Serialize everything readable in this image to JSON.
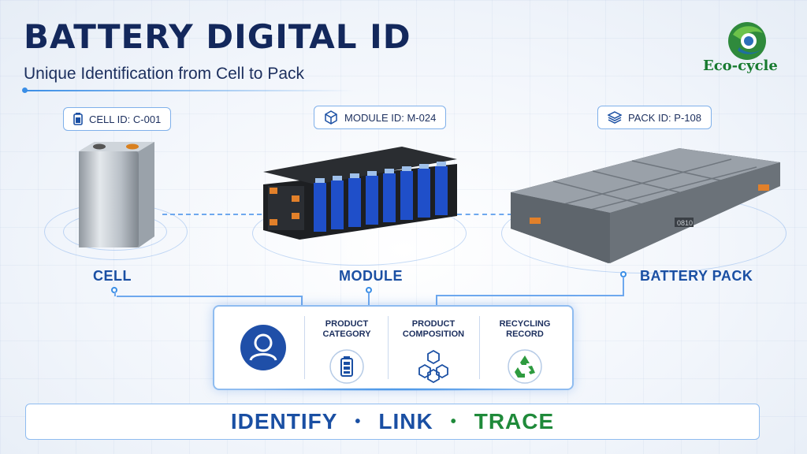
{
  "header": {
    "title": "BATTERY DIGITAL ID",
    "subtitle": "Unique Identification from Cell to Pack"
  },
  "logo": {
    "text": "Eco-cycle",
    "icon": "eco-cycle-globe-logo"
  },
  "stages": [
    {
      "badge": "CELL ID: C-001",
      "label": "CELL",
      "icon": "battery-icon"
    },
    {
      "badge": "MODULE ID:  M-024",
      "label": "MODULE",
      "icon": "cube-icon"
    },
    {
      "badge": "PACK ID:  P-108",
      "label": "BATTERY PACK",
      "icon": "layers-icon"
    }
  ],
  "pack_plate": "0810",
  "panel": {
    "avatar_icon": "user-icon",
    "columns": [
      {
        "title_1": "PRODUCT",
        "title_2": "CATEGORY",
        "icon": "battery-icon"
      },
      {
        "title_1": "PRODUCT",
        "title_2": "COMPOSITION",
        "icon": "hexagon-cluster-icon"
      },
      {
        "title_1": "RECYCLING",
        "title_2": "RECORD",
        "icon": "recycle-icon"
      }
    ]
  },
  "slogan": {
    "word_1": "IDENTIFY",
    "word_2": "LINK",
    "word_3": "TRACE",
    "sep": "•"
  },
  "colors": {
    "title": "#13285c",
    "accent_blue": "#1a4fa3",
    "accent_green": "#1f8a3a",
    "line": "#6ea8ee"
  }
}
